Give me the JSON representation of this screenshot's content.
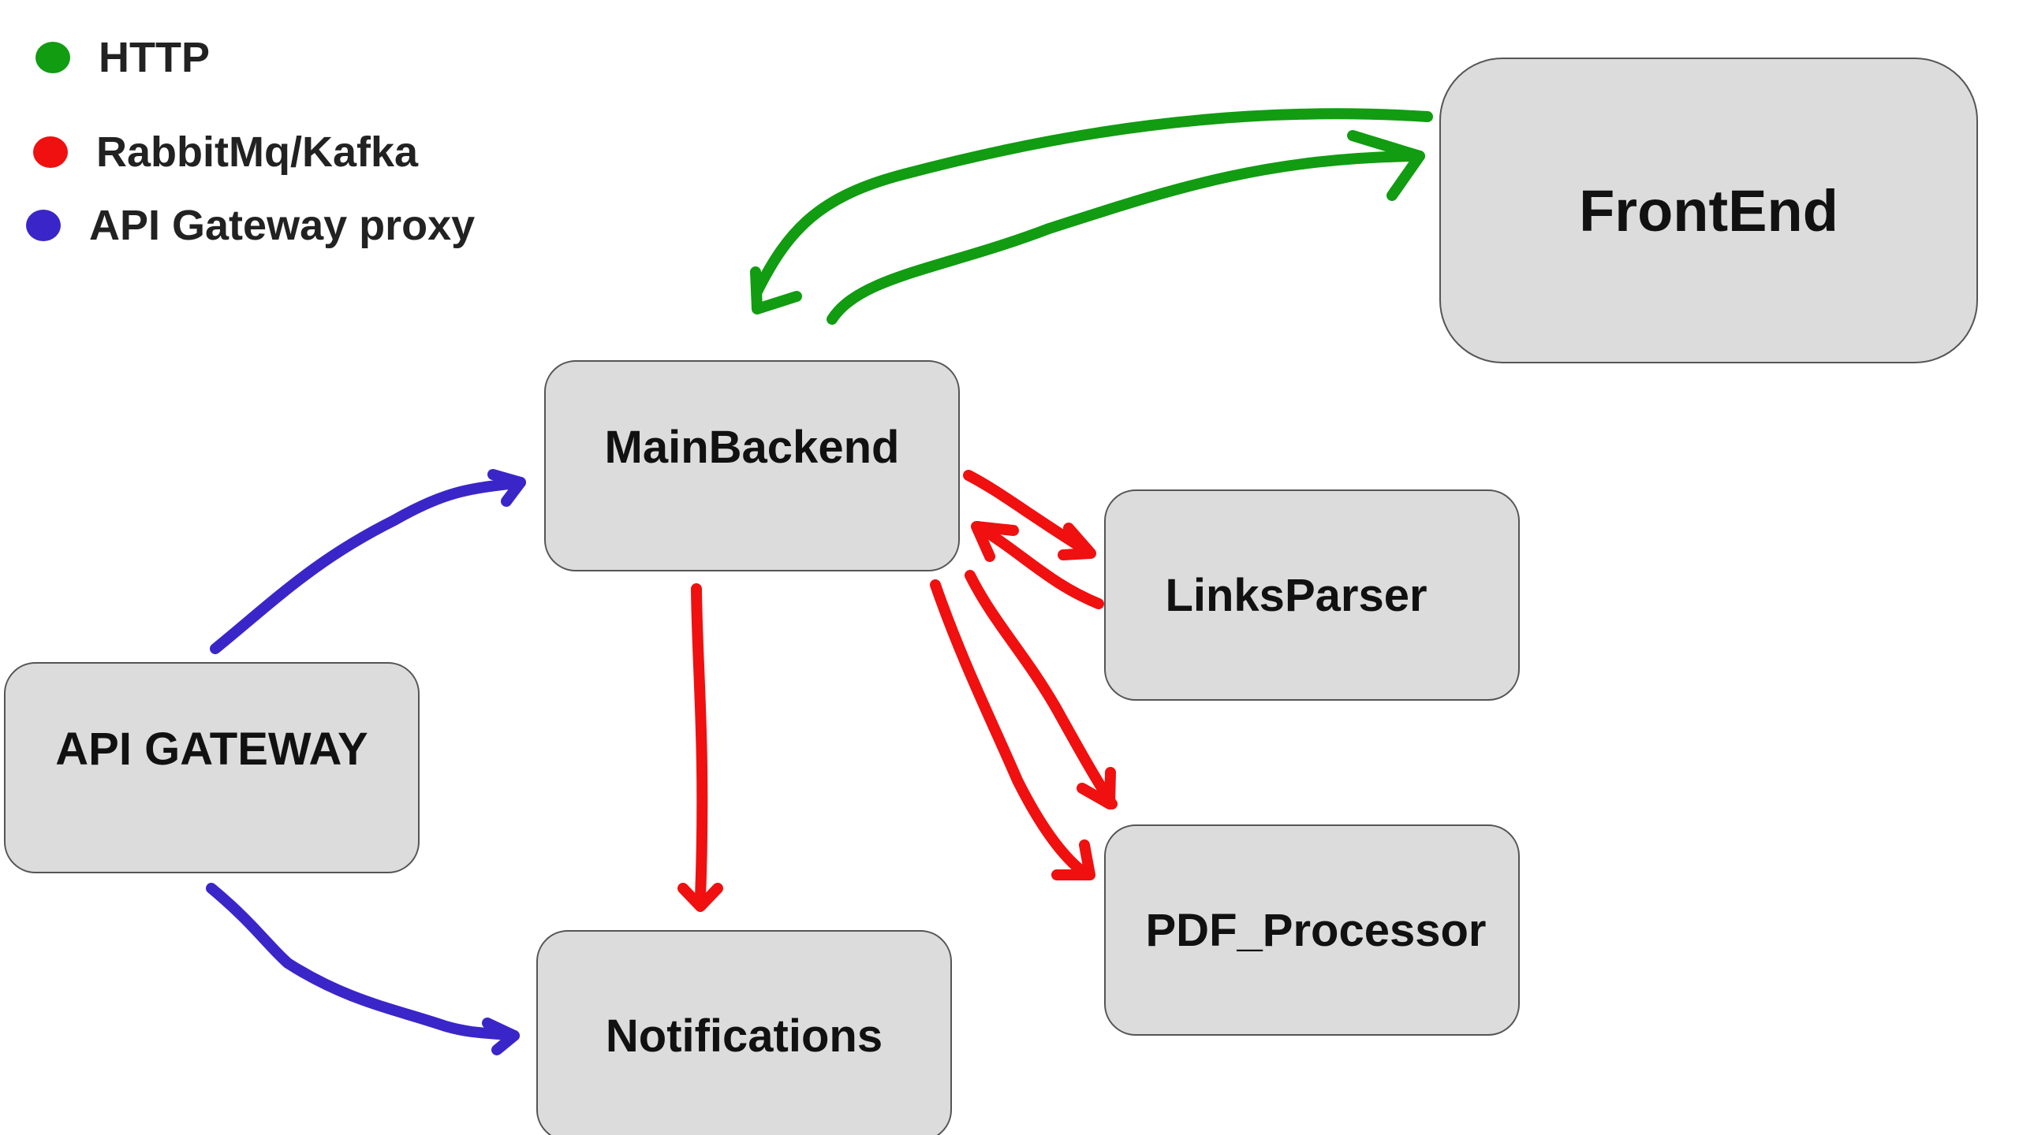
{
  "legend": {
    "http": {
      "label": "HTTP",
      "color": "#119c11"
    },
    "queue": {
      "label": "RabbitMq/Kafka",
      "color": "#f01010"
    },
    "proxy": {
      "label": "API Gateway proxy",
      "color": "#3a26c8"
    }
  },
  "nodes": {
    "frontend": "FrontEnd",
    "main_backend": "MainBackend",
    "links_parser": "LinksParser",
    "api_gateway": "API GATEWAY",
    "pdf_processor": "PDF_Processor",
    "notifications": "Notifications"
  },
  "edges": [
    {
      "from": "FrontEnd",
      "to": "MainBackend",
      "type": "HTTP"
    },
    {
      "from": "MainBackend",
      "to": "FrontEnd",
      "type": "HTTP"
    },
    {
      "from": "API GATEWAY",
      "to": "MainBackend",
      "type": "API Gateway proxy"
    },
    {
      "from": "API GATEWAY",
      "to": "Notifications",
      "type": "API Gateway proxy"
    },
    {
      "from": "MainBackend",
      "to": "LinksParser",
      "type": "RabbitMq/Kafka"
    },
    {
      "from": "LinksParser",
      "to": "MainBackend",
      "type": "RabbitMq/Kafka"
    },
    {
      "from": "MainBackend",
      "to": "Notifications",
      "type": "RabbitMq/Kafka"
    },
    {
      "from": "MainBackend",
      "to": "PDF_Processor",
      "type": "RabbitMq/Kafka"
    },
    {
      "from": "MainBackend",
      "to": "PDF_Processor",
      "type": "RabbitMq/Kafka"
    }
  ]
}
